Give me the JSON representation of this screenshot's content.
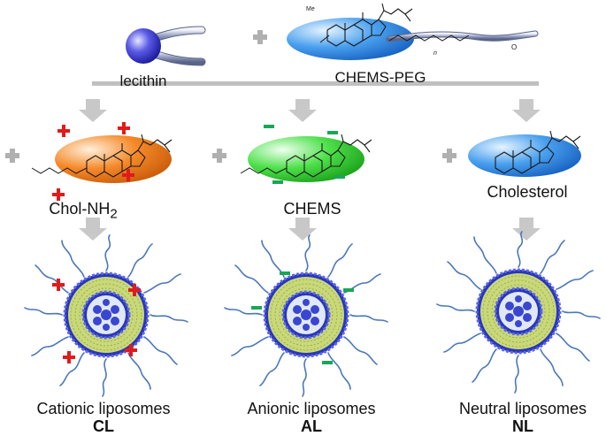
{
  "components": {
    "lecithin": "lecithin",
    "chems_peg": "CHEMS-PEG"
  },
  "additives": [
    {
      "label": "Chol-NH",
      "subscript": "2",
      "color": "#f07a1c",
      "charge": "+"
    },
    {
      "label": "CHEMS",
      "color": "#3dd53a",
      "charge": "−"
    },
    {
      "label": "Cholesterol",
      "color": "#2f86e0",
      "charge": ""
    }
  ],
  "liposomes": [
    {
      "name": "Cationic liposomes",
      "abbr": "CL"
    },
    {
      "name": "Anionic liposomes",
      "abbr": "AL"
    },
    {
      "name": "Neutral liposomes",
      "abbr": "NL"
    }
  ],
  "structure_labels": {
    "peg_repeat": "n",
    "methoxy": "O",
    "methyl": "Me"
  },
  "colors": {
    "plus_sign": "#b0b0b0",
    "arrow": "#c8c8c8",
    "bar": "#c0c0c0",
    "positive_charge": "#e01b1b",
    "negative_charge": "#1aa655",
    "peg_chain": "#4a78b8",
    "head_group": "#3a46d0",
    "lipid_tail": "#c8d87a"
  }
}
